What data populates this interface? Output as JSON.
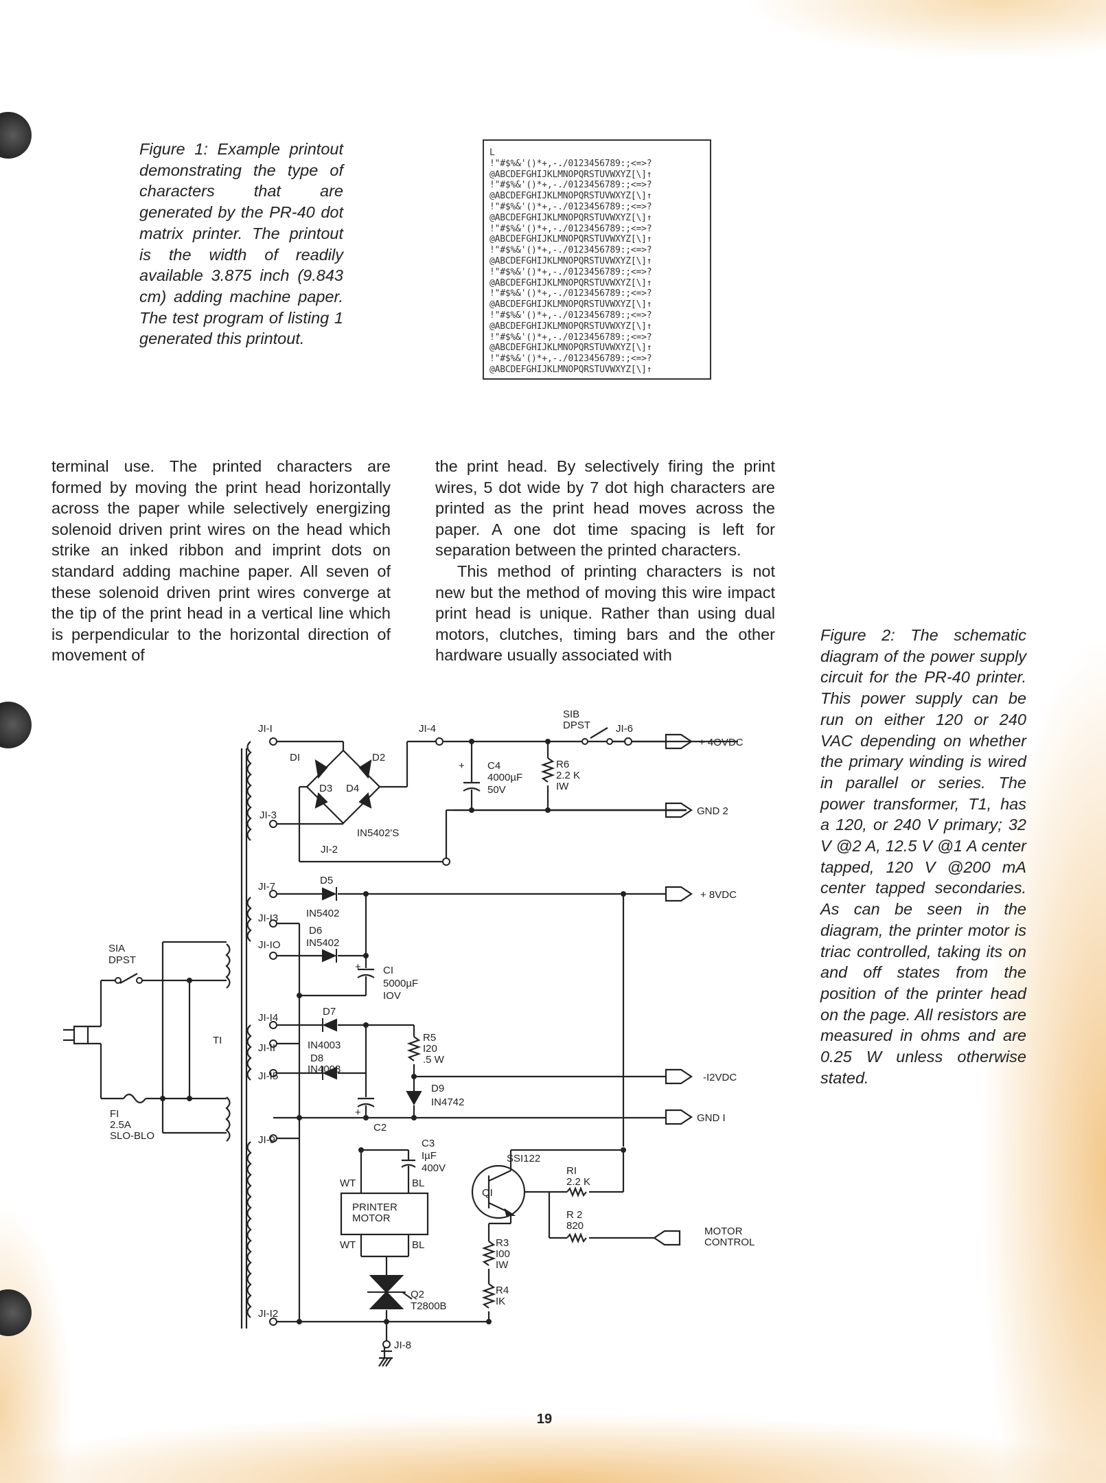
{
  "figure1": {
    "caption": "Figure 1: Example printout demonstrating the type of characters that are generated by the PR-40 dot matrix printer. The printout is the width of readily available 3.875 inch (9.843 cm) adding machine paper. The test program of listing 1 generated this printout.",
    "printout_lines": [
      "L",
      "!\"#$%&'()*+,-./0123456789:;<=>?",
      "@ABCDEFGHIJKLMNOPQRSTUVWXYZ[\\]↑",
      "!\"#$%&'()*+,-./0123456789:;<=>?",
      "@ABCDEFGHIJKLMNOPQRSTUVWXYZ[\\]↑",
      "!\"#$%&'()*+,-./0123456789:;<=>?",
      "@ABCDEFGHIJKLMNOPQRSTUVWXYZ[\\]↑",
      "!\"#$%&'()*+,-./0123456789:;<=>?",
      "@ABCDEFGHIJKLMNOPQRSTUVWXYZ[\\]↑",
      "!\"#$%&'()*+,-./0123456789:;<=>?",
      "@ABCDEFGHIJKLMNOPQRSTUVWXYZ[\\]↑",
      "!\"#$%&'()*+,-./0123456789:;<=>?",
      "@ABCDEFGHIJKLMNOPQRSTUVWXYZ[\\]↑",
      "!\"#$%&'()*+,-./0123456789:;<=>?",
      "@ABCDEFGHIJKLMNOPQRSTUVWXYZ[\\]↑",
      "!\"#$%&'()*+,-./0123456789:;<=>?",
      "@ABCDEFGHIJKLMNOPQRSTUVWXYZ[\\]↑",
      "!\"#$%&'()*+,-./0123456789:;<=>?",
      "@ABCDEFGHIJKLMNOPQRSTUVWXYZ[\\]↑",
      "!\"#$%&'()*+,-./0123456789:;<=>?",
      "@ABCDEFGHIJKLMNOPQRSTUVWXYZ[\\]↑"
    ]
  },
  "body": {
    "left_column": "terminal use. The printed characters are formed by moving the print head horizontally across the paper while selectively energizing solenoid driven print wires on the head which strike an inked ribbon and imprint dots on standard adding machine paper. All seven of these solenoid driven print wires converge at the tip of the print head in a vertical line which is perpendicular to the horizontal direction of movement of",
    "right_column_p1": "the print head. By selectively firing the print wires, 5 dot wide by 7 dot high characters are printed as the print head moves across the paper. A one dot time spacing is left for separation between the printed characters.",
    "right_column_p2": "This method of printing characters is not new but the method of moving this wire impact print head is unique. Rather than using dual motors, clutches, timing bars and the other hardware usually associated with"
  },
  "figure2": {
    "caption": "Figure 2: The schematic diagram of the power supply circuit for the PR-40 printer. This power supply can be run on either 120 or 240 VAC depending on whether the primary winding is wired in parallel or series. The power transformer, T1, has a 120, or 240 V primary; 32 V @2 A, 12.5 V @1 A center tapped, 120 V @200 mA center tapped secondaries. As can be seen in the diagram, the printer motor is triac controlled, taking its on and off states from the position of the printer head on the page. All resistors are measured in ohms and are 0.25 W unless otherwise stated."
  },
  "schematic": {
    "labels": {
      "j1_1": "JI-I",
      "j1_3": "JI-3",
      "j1_4": "JI-4",
      "j1_2": "JI-2",
      "j1_6": "JI-6",
      "j1_7": "JI-7",
      "j1_13": "JI-I3",
      "j1_10": "JI-IO",
      "j1_14": "JI-I4",
      "j1_11": "JI-II",
      "j1_15": "JI-I5",
      "j1_9": "JI-9",
      "j1_12": "JI-I2",
      "j1_8": "JI-8",
      "d1": "DI",
      "d2": "D2",
      "d3": "D3",
      "d4": "D4",
      "bridge_part": "IN5402'S",
      "d5": "D5",
      "d5_part": "IN5402",
      "d6": "D6",
      "d6_part": "IN5402",
      "d7": "D7",
      "d7_part": "IN4003",
      "d8": "D8",
      "d8_part": "IN4003",
      "d9": "D9",
      "d9_part": "IN4742",
      "c4": "C4",
      "c4_value": "4000µF",
      "c4_volt": "50V",
      "r6": "R6",
      "r6_value": "2.2 K",
      "r6_watt": "IW",
      "c1": "CI",
      "c1_value": "5000µF",
      "c1_volt": "IOV",
      "c2": "C2",
      "r5": "R5",
      "r5_value": "I20",
      "r5_watt": ".5 W",
      "c3": "C3",
      "c3_value": "IµF",
      "c3_volt": "400V",
      "q1": "QI",
      "q1_part": "SSI122",
      "r1": "RI",
      "r1_value": "2.2 K",
      "r2": "R 2",
      "r2_value": "820",
      "r3": "R3",
      "r3_value": "I00",
      "r3_watt": "IW",
      "r4": "R4",
      "r4_value": "IK",
      "q2": "Q2",
      "q2_part": "T2800B",
      "motor": "PRINTER",
      "motor2": "MOTOR",
      "wt": "WT",
      "bl": "BL",
      "s1a": "SIA",
      "s1a_type": "DPST",
      "s1b": "SIB",
      "s1b_type": "DPST",
      "t1": "TI",
      "f1": "FI",
      "f1_value": "2.5A",
      "f1_type": "SLO-BLO",
      "out_40v": "+ 4OVDC",
      "out_gnd2": "GND 2",
      "out_8v": "+ 8VDC",
      "out_12v": "-I2VDC",
      "out_gnd1": "GND I",
      "motor_ctrl1": "MOTOR",
      "motor_ctrl2": "CONTROL",
      "plus": "+"
    }
  },
  "page_number": "19"
}
